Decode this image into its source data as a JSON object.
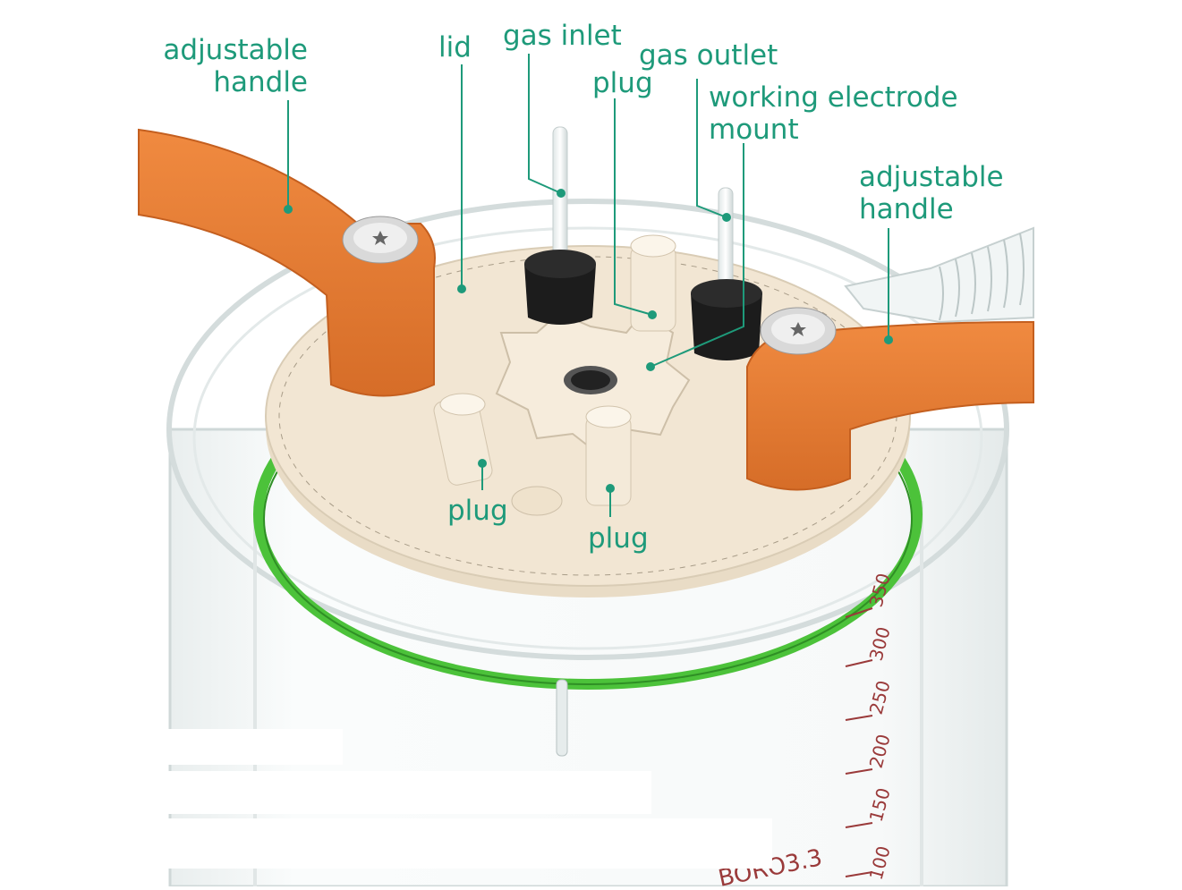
{
  "labels": {
    "handle_left": {
      "line1": "adjustable",
      "line2": "handle"
    },
    "lid": "lid",
    "gas_inlet": "gas inlet",
    "gas_outlet": "gas outlet",
    "plug_top": "plug",
    "working_electrode": {
      "line1": "working electrode",
      "line2": "mount"
    },
    "handle_right": {
      "line1": "adjustable",
      "line2": "handle"
    },
    "plug_bottom_left": "plug",
    "plug_bottom_right": "plug"
  },
  "beaker": {
    "scale_marks": [
      "350",
      "300",
      "250",
      "200",
      "150",
      "100"
    ],
    "glass_mark": "BORO3.3"
  },
  "colors": {
    "label_text": "#1e9a7a",
    "leader_line": "#1e9a7a",
    "handle": "#e07b35",
    "lid": "#f2e6d3",
    "gasket": "#4cc23a",
    "knob": "#1c1c1c",
    "scale_text": "#9a3a3a"
  }
}
